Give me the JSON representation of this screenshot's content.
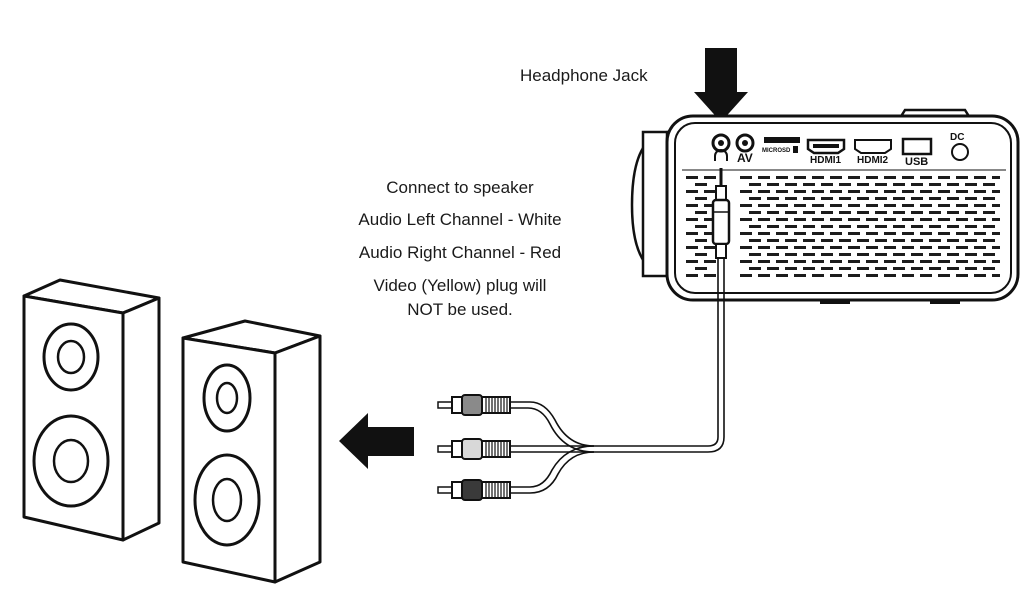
{
  "labels": {
    "headphone_jack": "Headphone Jack",
    "instructions": [
      "Connect to speaker",
      "Audio Left Channel - White",
      "Audio Right Channel - Red",
      "Video (Yellow) plug will",
      "NOT be used."
    ]
  },
  "ports": {
    "headphone": "∩",
    "av": "AV",
    "microsd": "MICROSD",
    "hdmi1": "HDMI1",
    "hdmi2": "HDMI2",
    "usb": "USB",
    "dc": "DC"
  },
  "colors": {
    "line": "#111111",
    "fill_dark": "#1c1c1c",
    "plug_gray": "#8a8a8a",
    "plug_light": "#d8d8d8",
    "plug_dark": "#3a3a3a"
  }
}
